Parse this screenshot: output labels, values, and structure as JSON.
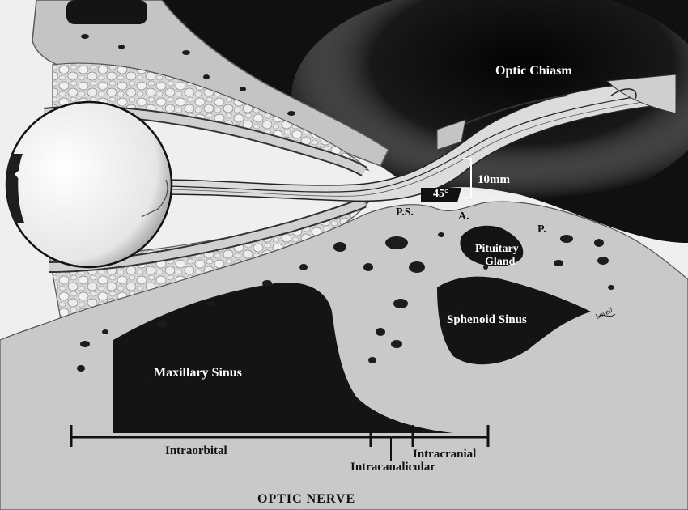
{
  "labels": {
    "optic_chiasm": "Optic Chiasm",
    "ten_mm": "10mm",
    "angle": "45°",
    "ps": "P.S.",
    "a": "A.",
    "p": "P.",
    "pituitary_line1": "Pituitary",
    "pituitary_line2": "Gland",
    "sphenoid_sinus": "Sphenoid Sinus",
    "maxillary_sinus": "Maxillary Sinus",
    "intraorbital": "Intraorbital",
    "intracanalicular": "Intracanalicular",
    "intracranial": "Intracranial",
    "title": "OPTIC NERVE",
    "signature": "Lovell"
  },
  "colors": {
    "bone": "#c9c9c9",
    "cavity": "#141414",
    "background": "#efefef",
    "fat": "#d8d8d8",
    "eye": "#f7f7f7"
  }
}
